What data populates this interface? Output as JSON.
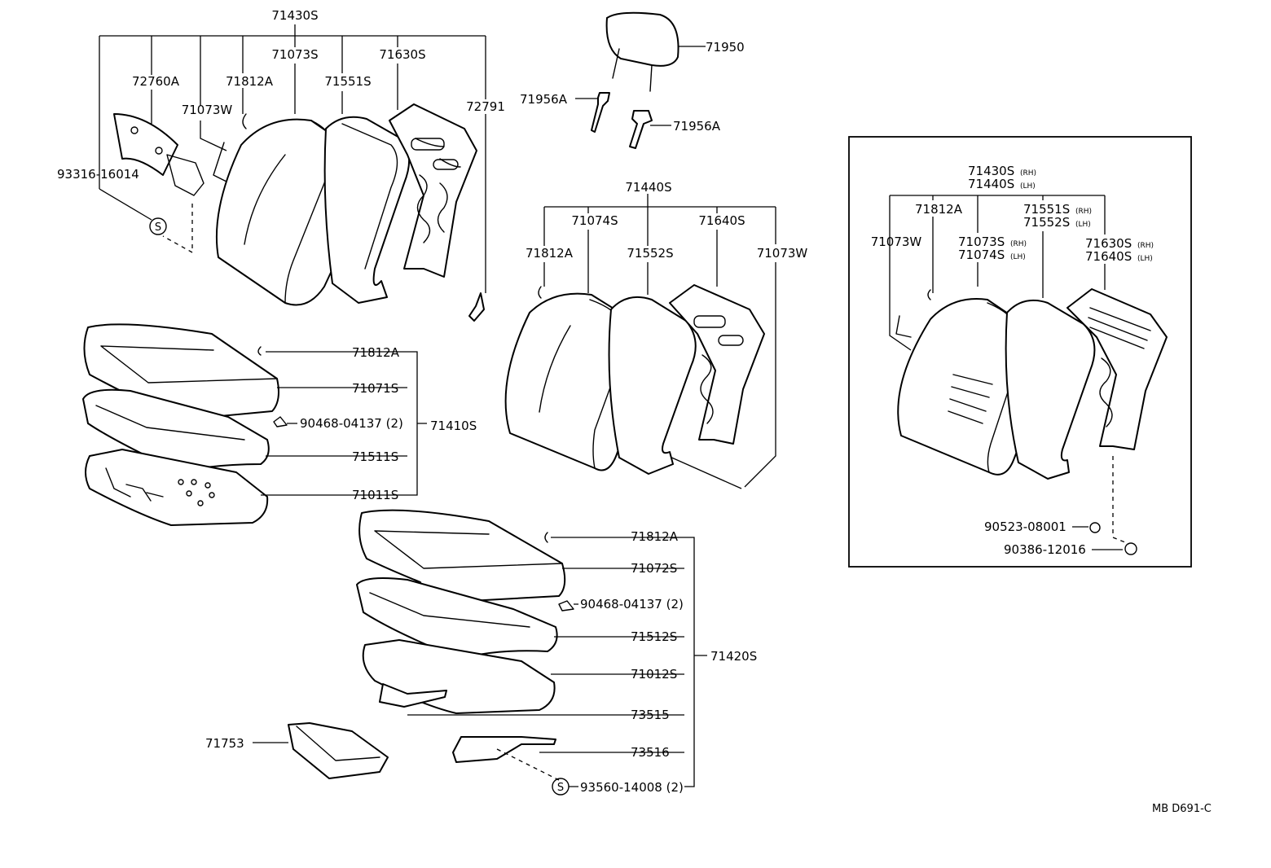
{
  "upper_left": {
    "group": "71430S",
    "sub_frame": "71073S",
    "frame": "71630S",
    "hinge_cover": "72760A",
    "clip": "71812A",
    "pad": "71551S",
    "wire": "71073W",
    "lock_rod": "72791",
    "screw": "93316-16014",
    "s_mark": "S"
  },
  "headrest": {
    "rest": "71950",
    "support_left": "71956A",
    "support_right": "71956A"
  },
  "lower_left": {
    "clip": "71812A",
    "cover": "71071S",
    "fastener": "90468-04137 (2)",
    "group": "71410S",
    "pad": "71511S",
    "frame": "71011S"
  },
  "center_back": {
    "group": "71440S",
    "cover": "71074S",
    "frame": "71640S",
    "clip": "71812A",
    "pad": "71552S",
    "wire": "71073W"
  },
  "lower_center": {
    "clip": "71812A",
    "cover": "71072S",
    "fastener": "90468-04137 (2)",
    "pad": "71512S",
    "group": "71420S",
    "frame": "71012S",
    "bracket_a": "73515",
    "bracket_b": "73516",
    "tray": "71753",
    "screw": "93560-14008 (2)",
    "s_mark": "S"
  },
  "inset": {
    "group_rh": "71430S",
    "group_lh": "71440S",
    "clip": "71812A",
    "pad_rh": "71551S",
    "pad_lh": "71552S",
    "wire": "71073W",
    "cover_rh": "71073S",
    "cover_lh": "71074S",
    "frame_rh": "71630S",
    "frame_lh": "71640S",
    "nut": "90523-08001",
    "bolt": "90386-12016",
    "rh": "(RH)",
    "lh": "(LH)"
  },
  "footer": {
    "code": "MB D691-C"
  }
}
